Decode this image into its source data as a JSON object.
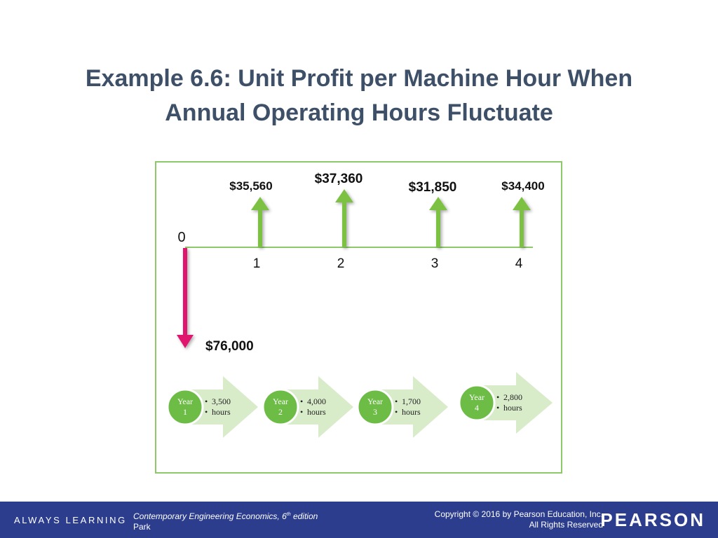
{
  "title": {
    "line1": "Example 6.6: Unit Profit per Machine Hour When",
    "line2": "Annual Operating Hours Fluctuate"
  },
  "cash_flow": {
    "initial": {
      "period": "0",
      "amount": "$76,000",
      "direction": "outflow"
    },
    "inflows": [
      {
        "period": "1",
        "amount": "$35,560"
      },
      {
        "period": "2",
        "amount": "$37,360"
      },
      {
        "period": "3",
        "amount": "$31,850"
      },
      {
        "period": "4",
        "amount": "$34,400"
      }
    ]
  },
  "operating_hours": [
    {
      "year_line1": "Year",
      "year_line2": "1",
      "bullet1": "3,500",
      "bullet2": "hours"
    },
    {
      "year_line1": "Year",
      "year_line2": "2",
      "bullet1": "4,000",
      "bullet2": "hours"
    },
    {
      "year_line1": "Year",
      "year_line2": "3",
      "bullet1": "1,700",
      "bullet2": "hours"
    },
    {
      "year_line1": "Year",
      "year_line2": "4",
      "bullet1": "2,800",
      "bullet2": "hours"
    }
  ],
  "colors": {
    "inflow_arrow": "#7dc142",
    "outflow_arrow": "#e0176e",
    "frame": "#8dc86a",
    "year_circle": "#6cbc45",
    "chevron": "#d8ecca",
    "footer": "#2b3d8c",
    "title": "#3e5068"
  },
  "footer": {
    "always_learning": "ALWAYS LEARNING",
    "book_title": "Contemporary Engineering Economics, 6",
    "book_sup": "th",
    "book_edition": " edition",
    "author": "Park",
    "copyright_line1": "Copyright © 2016 by Pearson Education, Inc.",
    "copyright_line2": "All Rights Reserved",
    "brand": "PEARSON"
  }
}
